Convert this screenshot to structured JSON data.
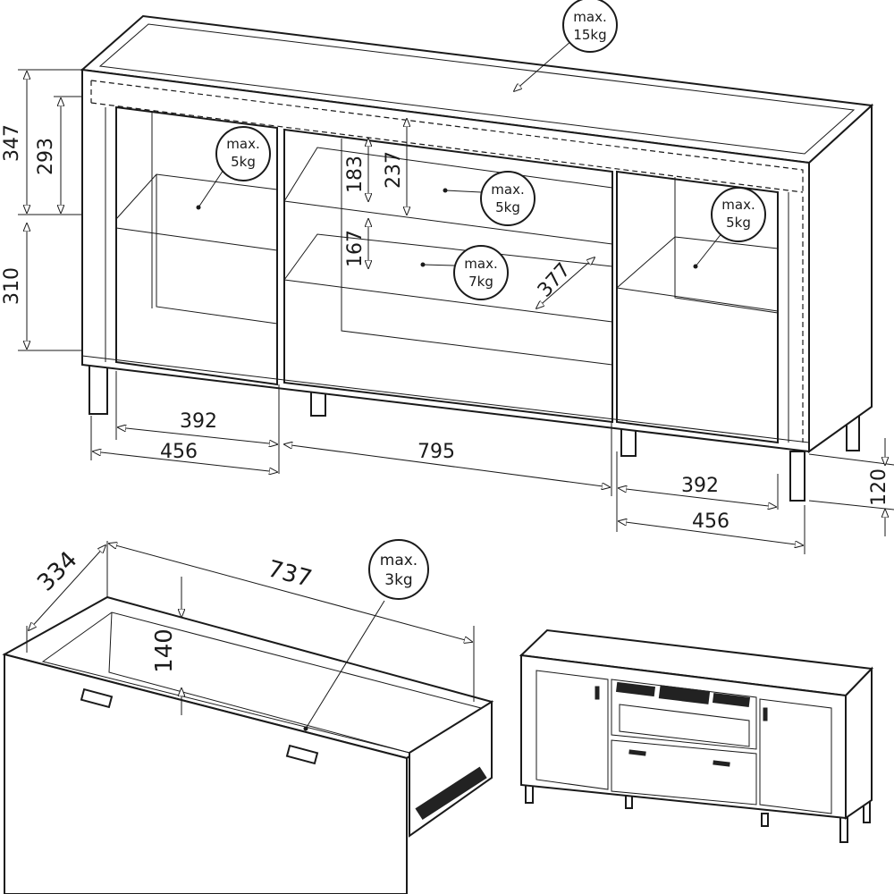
{
  "cabinet": {
    "load_top": {
      "line1": "max.",
      "line2": "15kg"
    },
    "load_left_shelf": {
      "line1": "max.",
      "line2": "5kg"
    },
    "load_mid_upper_shelf": {
      "line1": "max.",
      "line2": "5kg"
    },
    "load_mid_lower_shelf": {
      "line1": "max.",
      "line2": "7kg"
    },
    "load_right_shelf": {
      "line1": "max.",
      "line2": "5kg"
    },
    "dims": {
      "left_total_upper": "347",
      "left_inner_upper": "293",
      "left_lower": "310",
      "mid_upper_gap": "183",
      "mid_upper_total": "237",
      "mid_lower_gap": "167",
      "shelf_depth": "377",
      "left_inner_width": "392",
      "left_outer_width": "456",
      "mid_width": "795",
      "right_inner_width": "392",
      "right_outer_width": "456",
      "leg_height": "120"
    }
  },
  "drawer": {
    "load": {
      "line1": "max.",
      "line2": "3kg"
    },
    "dims": {
      "depth": "334",
      "width": "737",
      "height": "140"
    }
  }
}
